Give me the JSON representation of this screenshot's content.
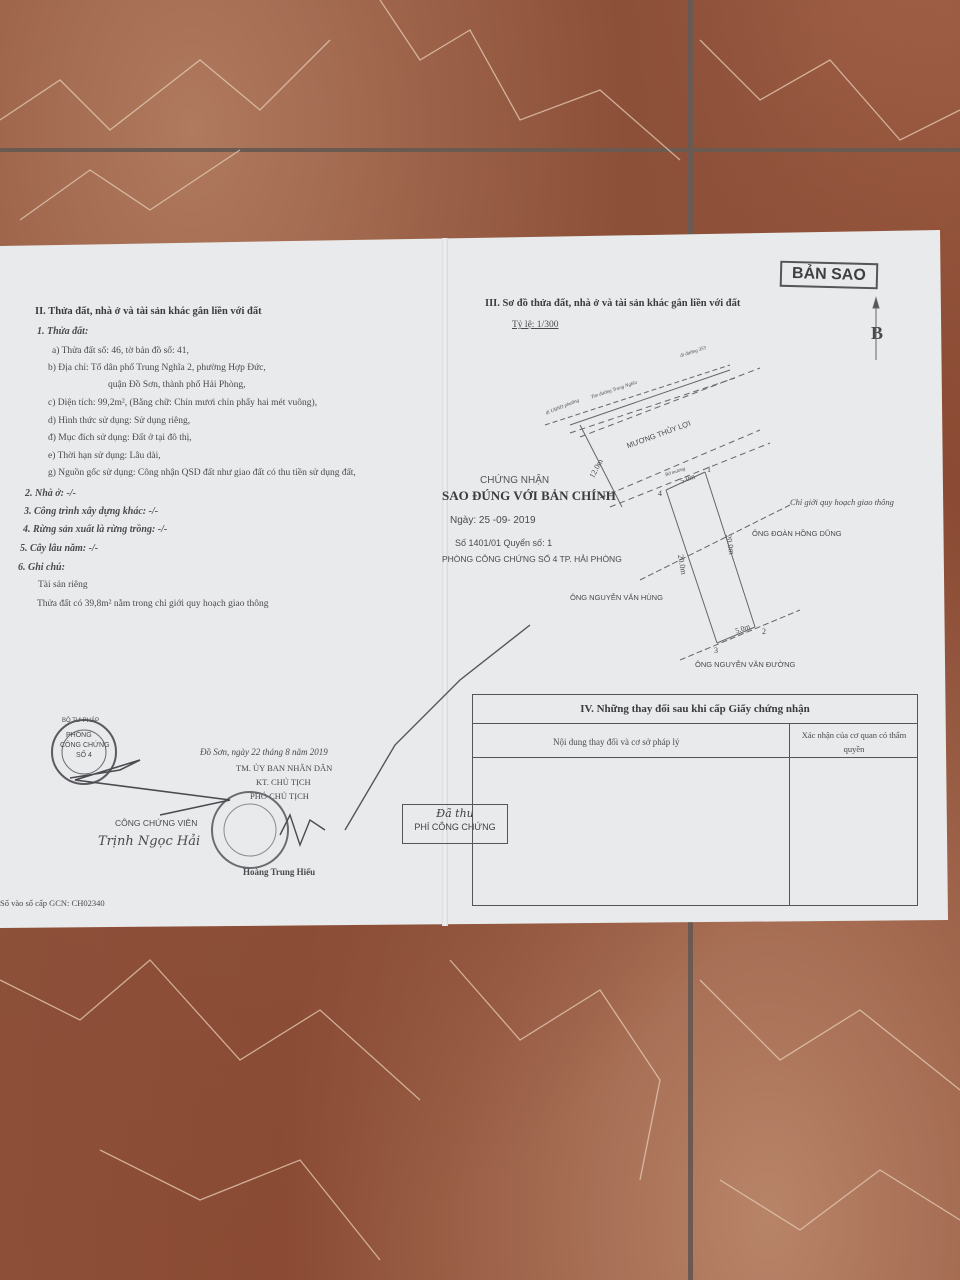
{
  "left_page": {
    "section2_title": "II. Thửa đất, nhà ở và tài sản khác gắn liền với đất",
    "sub1": "1. Thửa đất:",
    "lines": [
      "a) Thửa đất số: 46, tờ bản đồ số: 41,",
      "b) Địa chỉ: Tổ dân phố Trung Nghĩa 2, phường Hợp Đức,",
      "quận Đồ Sơn, thành phố Hải Phòng,",
      "c) Diện tích: 99,2m², (Bằng chữ: Chín mươi chín phẩy hai mét vuông),",
      "d) Hình thức sử dụng: Sử dụng riêng,",
      "đ) Mục đích sử dụng: Đất ở tại đô thị,",
      "e) Thời hạn sử dụng: Lâu dài,",
      "g) Nguồn gốc sử dụng: Công nhận QSD đất như giao đất có thu tiền sử dụng đất,"
    ],
    "items": [
      "2. Nhà ở: -/-",
      "3. Công trình xây dựng khác: -/-",
      "4. Rừng sản xuất là rừng trồng: -/-",
      "5. Cây lâu năm: -/-",
      "6. Ghi chú:"
    ],
    "notes": [
      "Tài sản riêng",
      "Thửa đất có 39,8m² nằm trong chỉ giới quy hoạch giao thông"
    ],
    "date_line": "Đồ Sơn, ngày 22 tháng 8 năm 2019",
    "signer_lines": [
      "TM. ỦY BAN NHÂN DÂN",
      "KT. CHỦ TỊCH",
      "PHÓ CHỦ TỊCH"
    ],
    "signer_name": "Hoàng Trung Hiếu",
    "notary_label": "CÔNG CHỨNG VIÊN",
    "notary_name": "Trịnh Ngọc Hải",
    "seal_text": [
      "BỘ TƯ PHÁP",
      "PHÒNG",
      "CÔNG CHỨNG",
      "SỐ 4"
    ],
    "registry": "Số vào sổ cấp GCN: CH02340"
  },
  "right_page": {
    "copy_stamp": "BẢN SAO",
    "section3_title": "III. Sơ đồ thửa đất, nhà ở và tài sản khác gắn liền với đất",
    "scale": "Tỷ lệ: 1/300",
    "north": "B",
    "diagram_labels": {
      "canal": "MƯƠNG THỦY LỢI",
      "width_canal": "12.0m",
      "edge_top": "5.0m",
      "edge_bottom": "5.0m",
      "edge_left": "20.0m",
      "edge_right": "20.0m",
      "points": [
        "1",
        "2",
        "3",
        "4"
      ],
      "planning": "Chỉ giới quy hoạch giao thông",
      "east": "ÔNG ĐOÀN HỒNG DŨNG",
      "west": "ÔNG NGUYỄN VĂN HÙNG",
      "south": "ÔNG NGUYỄN VĂN ĐƯỜNG",
      "road_top": "đi đường 353",
      "road_mid": "Tim đường Trung Nghĩa",
      "road_left": "đi UBND phường",
      "bo_muong": "Bờ mương"
    },
    "certify_stamp": {
      "line1": "CHỨNG NHẬN",
      "line2": "SAO ĐÚNG VỚI BẢN CHÍNH",
      "date": "Ngày:  25 -09- 2019",
      "book": "Số 1401/01   Quyển số: 1",
      "office": "PHÒNG CÔNG CHỨNG SỐ 4 TP. HẢI PHÒNG"
    },
    "fee_stamp": {
      "line1": "Đã thu",
      "line2": "PHÍ CÔNG CHỨNG"
    },
    "section4": {
      "title": "IV. Những thay đổi sau khi cấp Giấy chứng nhận",
      "col1": "Nội dung thay đổi và cơ sở pháp lý",
      "col2": "Xác nhận của cơ quan có thẩm quyền"
    }
  }
}
